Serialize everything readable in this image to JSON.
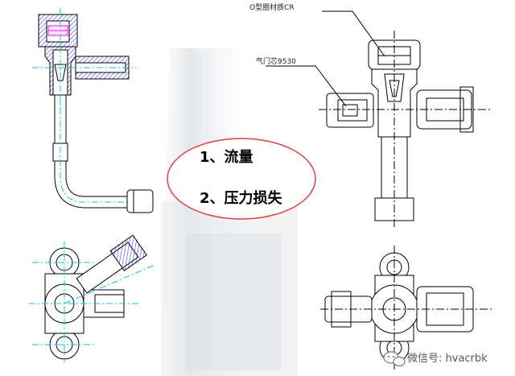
{
  "annotations": {
    "oring": "O型圈材质CR",
    "valve_core": "气门芯9530"
  },
  "topics": {
    "item1": "1、流量",
    "item2": "2、压力损失"
  },
  "watermark": {
    "icon": "wechat-icon",
    "text": "微信号: hvacrbk"
  },
  "colors": {
    "outline": "#000000",
    "centerline": "#00c8d8",
    "hatch": "#3a3af0",
    "ellipse": "#e04040",
    "seal": "#ff00ff"
  }
}
